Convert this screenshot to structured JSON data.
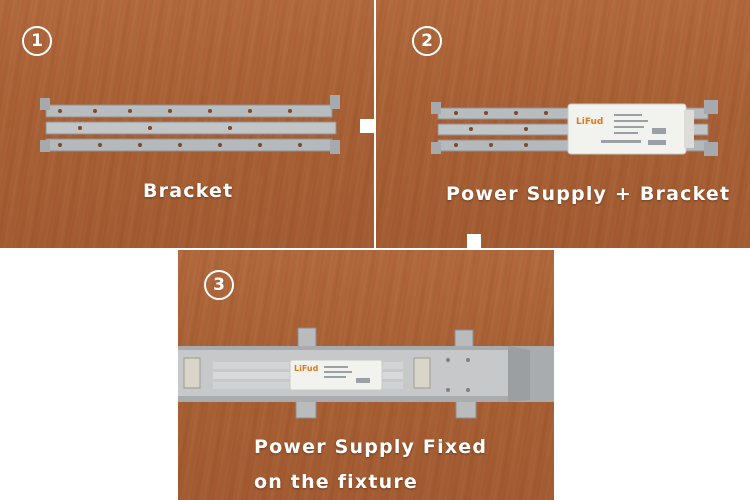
{
  "steps": [
    {
      "number": "1",
      "caption": "Bracket"
    },
    {
      "number": "2",
      "caption": "Power Supply + Bracket"
    },
    {
      "number": "3",
      "caption_line1": "Power Supply Fixed",
      "caption_line2": "on the fixture"
    }
  ],
  "brand_label": "LiFud",
  "colors": {
    "wood": "#a95f33",
    "metal": "#b9bcbf",
    "driver_body": "#f2f2ef",
    "fixture_gray": "#a9acae",
    "text": "#ffffff"
  }
}
